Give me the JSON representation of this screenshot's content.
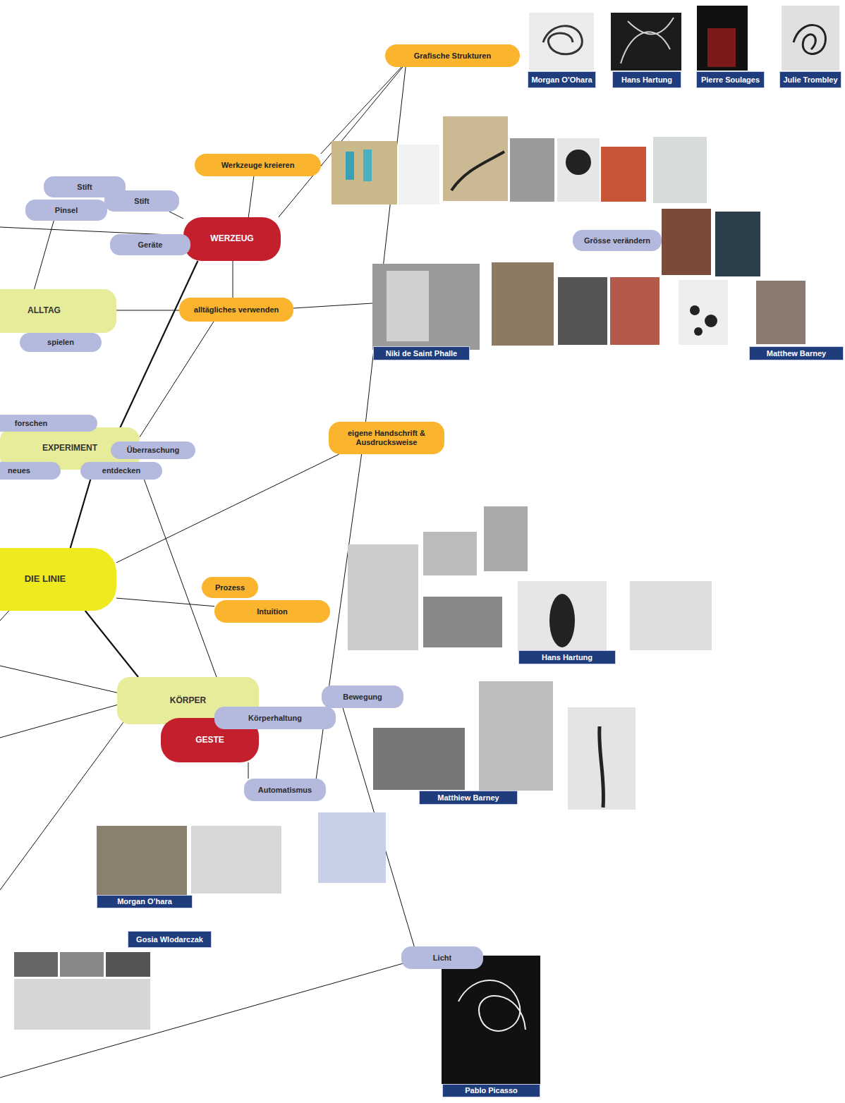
{
  "diagram": {
    "nodes": [
      {
        "text": [
          "Grafische Strukturen"
        ]
      },
      {
        "text": [
          "Morgan O’Ohara"
        ]
      },
      {
        "text": [
          "Hans Hartung"
        ]
      },
      {
        "text": [
          "Pierre Soulages"
        ]
      },
      {
        "text": [
          "Julie Trombley"
        ]
      },
      {
        "text": [
          "Werkzeuge kreieren"
        ]
      },
      {
        "text": [
          "Stift"
        ]
      },
      {
        "text": [
          "Stift"
        ]
      },
      {
        "text": [
          "Pinsel"
        ]
      },
      {
        "text": [
          "WERZEUG"
        ]
      },
      {
        "text": [
          "Geräte"
        ]
      },
      {
        "text": [
          "Grösse verändern"
        ]
      },
      {
        "text": [
          "ALLTAG"
        ]
      },
      {
        "text": [
          "alltägliches verwenden"
        ]
      },
      {
        "text": [
          "spielen"
        ]
      },
      {
        "text": [
          "Niki de Saint Phalle"
        ]
      },
      {
        "text": [
          "Matthew Barney"
        ]
      },
      {
        "text": [
          "eigene Handschrift & Ausdrucksweise"
        ]
      },
      {
        "text": [
          "forschen"
        ]
      },
      {
        "text": [
          "EXPERIMENT"
        ]
      },
      {
        "text": [
          "Überraschung"
        ]
      },
      {
        "text": [
          "neues"
        ]
      },
      {
        "text": [
          "entdecken"
        ]
      },
      {
        "text": [
          "DIE LINIE"
        ]
      },
      {
        "text": [
          "Prozess"
        ]
      },
      {
        "text": [
          "Intuition"
        ]
      },
      {
        "text": [
          "Hans Hartung"
        ]
      },
      {
        "text": [
          "KÖRPER"
        ]
      },
      {
        "text": [
          "Bewegung"
        ]
      },
      {
        "text": [
          "Körperhaltung"
        ]
      },
      {
        "text": [
          "GESTE"
        ]
      },
      {
        "text": [
          "Matthiew Barney"
        ]
      },
      {
        "text": [
          "Automatismus"
        ]
      },
      {
        "text": [
          "Morgan O’hara"
        ]
      },
      {
        "text": [
          "Gosia Wlodarczak"
        ]
      },
      {
        "text": [
          "Licht"
        ]
      },
      {
        "text": [
          "Pablo Picasso"
        ]
      }
    ],
    "edges": [
      {
        "from": 9,
        "to": 5,
        "arrow": "none"
      },
      {
        "from": 9,
        "to": 0,
        "arrow": "none"
      },
      {
        "from": 5,
        "to": 0,
        "arrow": "none"
      },
      {
        "from": 0,
        "to": 17,
        "arrow": "none"
      },
      {
        "from": 7,
        "to": 9,
        "arrow": "none"
      },
      {
        "from": 8,
        "to": 12,
        "arrow": "none"
      },
      {
        "from": 9,
        "to": 13,
        "arrow": "none"
      },
      {
        "from": 12,
        "to": 13,
        "arrow": "none"
      },
      {
        "from": 13,
        "to": 19,
        "arrow": "none"
      },
      {
        "from": 9,
        "to": 19,
        "arrow": "none"
      },
      {
        "from": 19,
        "to": 23,
        "arrow": "none"
      },
      {
        "from": 22,
        "to": 27,
        "arrow": "none"
      },
      {
        "from": 23,
        "to": 17,
        "arrow": "none"
      },
      {
        "from": 23,
        "to": 25,
        "arrow": "none"
      },
      {
        "from": 23,
        "to": 27,
        "arrow": "none"
      },
      {
        "from": 30,
        "to": 32,
        "arrow": "none"
      },
      {
        "from": 17,
        "to": 32,
        "arrow": "none"
      },
      {
        "from": 28,
        "to": 35,
        "arrow": "none"
      }
    ]
  }
}
